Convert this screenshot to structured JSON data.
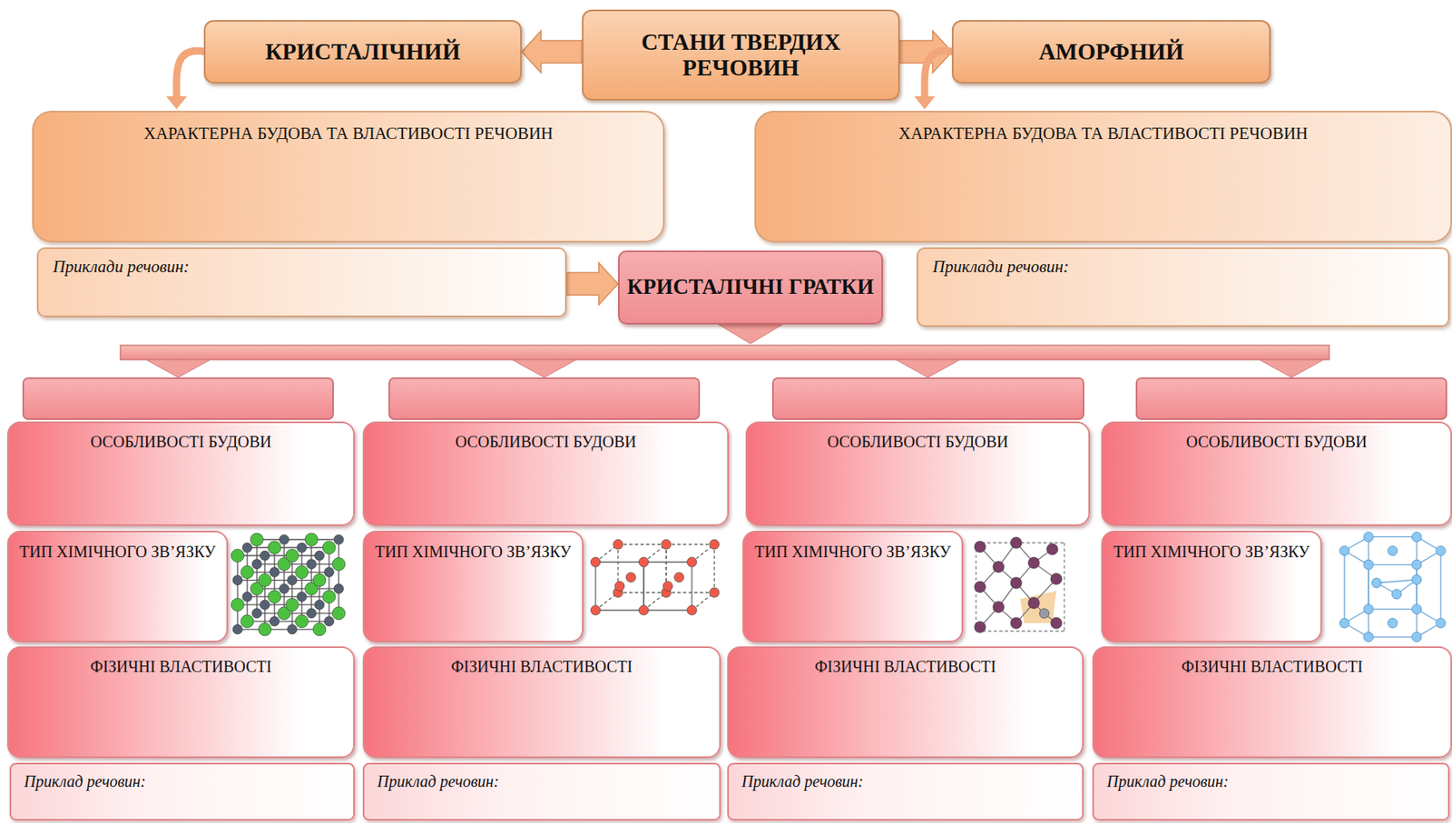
{
  "diagram": {
    "nodes": [
      {
        "text": [
          "СТАНИ ТВЕРДИХ РЕЧОВИН"
        ]
      },
      {
        "text": [
          "КРИСТАЛІЧНИЙ"
        ]
      },
      {
        "text": [
          "АМОРФНИЙ"
        ]
      },
      {
        "text": [
          "ХАРАКТЕРНА БУДОВА ТА ВЛАСТИВОСТІ РЕЧОВИН"
        ]
      },
      {
        "text": [
          "ХАРАКТЕРНА БУДОВА ТА ВЛАСТИВОСТІ РЕЧОВИН"
        ]
      },
      {
        "text": [
          "Приклади речовин:"
        ]
      },
      {
        "text": [
          "КРИСТАЛІЧНІ ГРАТКИ"
        ]
      },
      {
        "text": [
          "Приклади речовин:"
        ]
      },
      {
        "text": [
          "ОСОБЛИВОСТІ БУДОВИ"
        ]
      },
      {
        "text": [
          "ОСОБЛИВОСТІ БУДОВИ"
        ]
      },
      {
        "text": [
          "ОСОБЛИВОСТІ БУДОВИ"
        ]
      },
      {
        "text": [
          "ОСОБЛИВОСТІ БУДОВИ"
        ]
      },
      {
        "text": [
          "ТИП ХІМІЧНОГО ЗВ’ЯЗКУ"
        ]
      },
      {
        "text": [
          "ТИП ХІМІЧНОГО ЗВ’ЯЗКУ"
        ]
      },
      {
        "text": [
          "ТИП ХІМІЧНОГО ЗВ’ЯЗКУ"
        ]
      },
      {
        "text": [
          "ТИП ХІМІЧНОГО ЗВ’ЯЗКУ"
        ]
      },
      {
        "text": [
          "ФІЗИЧНІ ВЛАСТИВОСТІ"
        ]
      },
      {
        "text": [
          "ФІЗИЧНІ ВЛАСТИВОСТІ"
        ]
      },
      {
        "text": [
          "ФІЗИЧНІ ВЛАСТИВОСТІ"
        ]
      },
      {
        "text": [
          "ФІЗИЧНІ ВЛАСТИВОСТІ"
        ]
      },
      {
        "text": [
          "Приклад речовин:"
        ]
      },
      {
        "text": [
          "Приклад речовин:"
        ]
      },
      {
        "text": [
          "Приклад речовин:"
        ]
      },
      {
        "text": [
          "Приклад речовин:"
        ]
      }
    ],
    "edges": [
      {
        "from": 0,
        "to": 1,
        "arrow": "to"
      },
      {
        "from": 0,
        "to": 2,
        "arrow": "to"
      },
      {
        "from": 1,
        "to": 3,
        "arrow": "to"
      },
      {
        "from": 2,
        "to": 4,
        "arrow": "to"
      },
      {
        "from": 5,
        "to": 6,
        "arrow": "to"
      }
    ]
  }
}
